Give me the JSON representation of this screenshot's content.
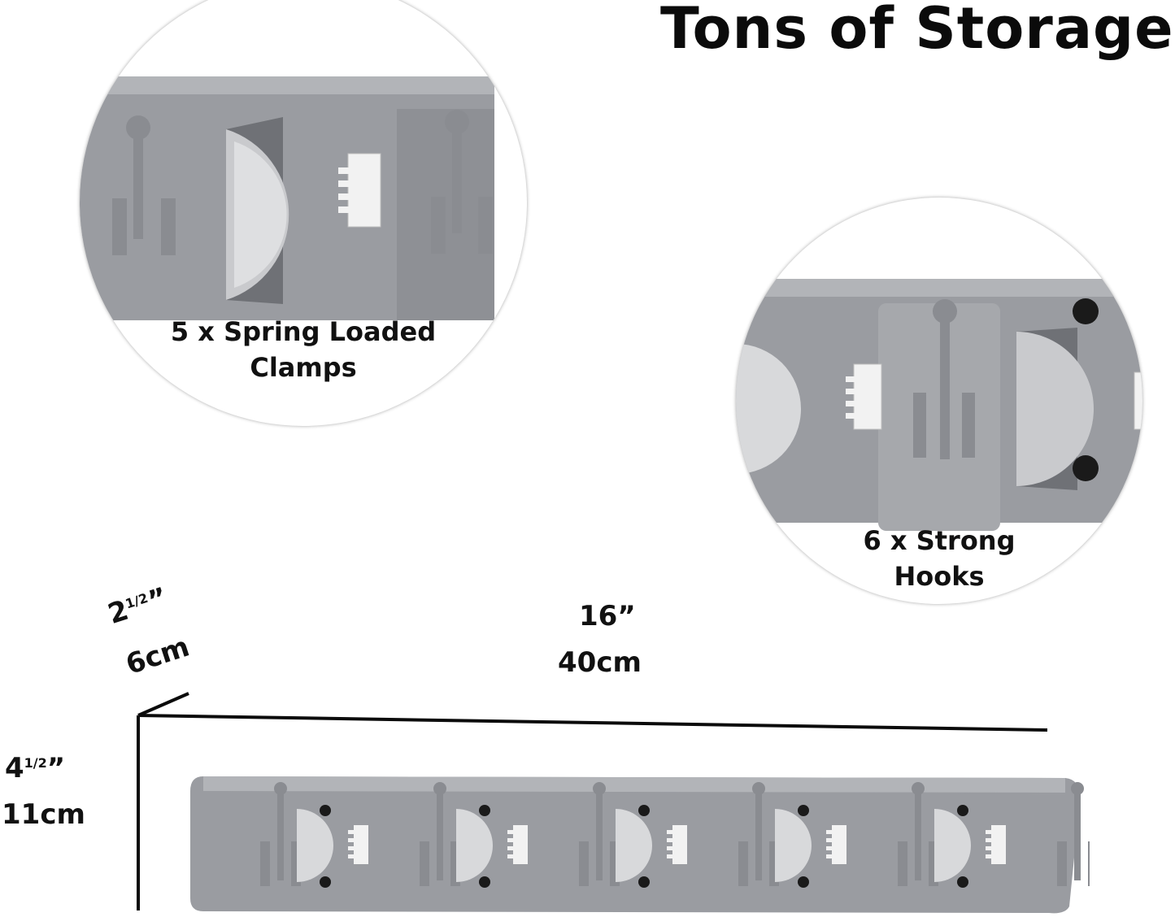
{
  "title": "Tons of Storage!",
  "callouts": [
    {
      "caption_line1": "5 x Spring Loaded",
      "caption_line2": "Clamps"
    },
    {
      "caption_line1": "6 x Strong",
      "caption_line2": "Hooks"
    }
  ],
  "dimensions": {
    "depth": {
      "whole": "2",
      "fraction": "1/2",
      "unit_mark": "”",
      "metric": "6cm"
    },
    "length": {
      "imperial": "16”",
      "metric": "40cm"
    },
    "height": {
      "whole": "4",
      "fraction": "1/2",
      "unit_mark": "”",
      "metric": "11cm"
    }
  },
  "colors": {
    "rack": "#9a9ca1",
    "rack_dark": "#7f8186",
    "clamp_white": "#f2f2f2",
    "line": "#0b0b0b"
  },
  "icons": [
    "hook-icon",
    "spring-clamp-icon"
  ]
}
